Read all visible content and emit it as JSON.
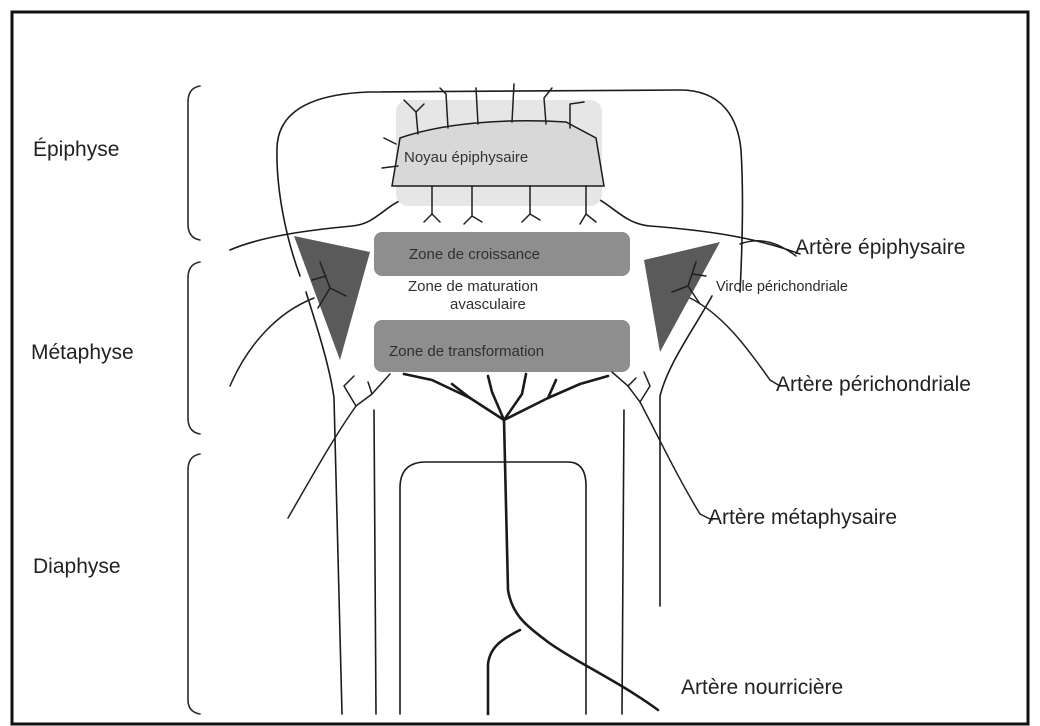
{
  "regions": {
    "epiphyse": "Épiphyse",
    "metaphyse": "Métaphyse",
    "diaphyse": "Diaphyse"
  },
  "structures": {
    "noyau": "Noyau épiphysaire",
    "croissance": "Zone de croissance",
    "maturation_line1": "Zone de maturation",
    "maturation_line2": "avasculaire",
    "transformation": "Zone de transformation",
    "virole": "Virole périchondriale"
  },
  "arteries": {
    "epiphysaire": "Artère épiphysaire",
    "perichondriale": "Artère périchondriale",
    "metaphysaire": "Artère métaphysaire",
    "nourriciere": "Artère nourricière"
  },
  "colors": {
    "nucleus_fill": "#d8d8d8",
    "zone_fill": "#8e8e8e",
    "virole_fill": "#5a5a5a",
    "ink": "#1b1b1b"
  }
}
